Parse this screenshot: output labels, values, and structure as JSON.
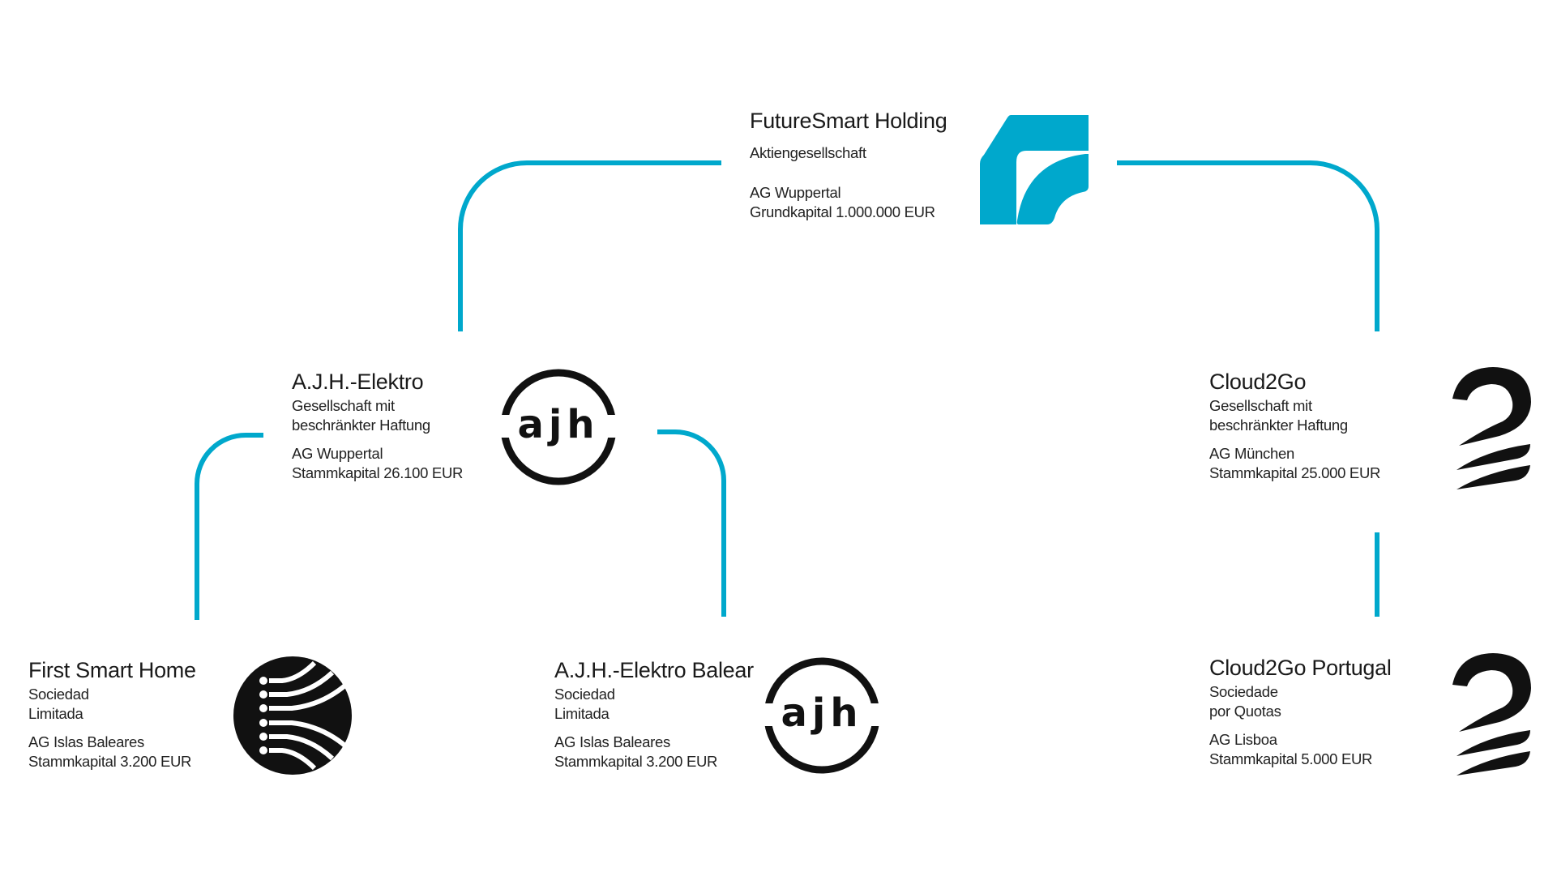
{
  "colors": {
    "accent": "#00A8CC",
    "text": "#1a1a1a",
    "logo_dark": "#111111"
  },
  "nodes": {
    "holding": {
      "name": "FutureSmart Holding",
      "type": [
        "Aktiengesellschaft"
      ],
      "court": "AG Wuppertal",
      "capital": "Grundkapital 1.000.000 EUR",
      "logo": "futuresmart-logo"
    },
    "ajh": {
      "name": "A.J.H.-Elektro",
      "type": [
        "Gesellschaft mit",
        "beschränkter Haftung"
      ],
      "court": "AG Wuppertal",
      "capital": "Stammkapital 26.100 EUR",
      "logo": "ajh-logo",
      "logo_text": "ajh"
    },
    "cloud2go": {
      "name": "Cloud2Go",
      "type": [
        "Gesellschaft mit",
        "beschränkter Haftung"
      ],
      "court": "AG München",
      "capital": "Stammkapital 25.000 EUR",
      "logo": "cloud2go-logo"
    },
    "firstsmart": {
      "name": "First Smart Home",
      "type": [
        "Sociedad",
        "Limitada"
      ],
      "court": "AG Islas Baleares",
      "capital": "Stammkapital 3.200 EUR",
      "logo": "first-smart-home-logo"
    },
    "ajhbalear": {
      "name": "A.J.H.-Elektro Balear",
      "type": [
        "Sociedad",
        "Limitada"
      ],
      "court": "AG Islas Baleares",
      "capital": "Stammkapital 3.200 EUR",
      "logo": "ajh-logo",
      "logo_text": "ajh"
    },
    "cloud2gopt": {
      "name": "Cloud2Go Portugal",
      "type": [
        "Sociedade",
        "por Quotas"
      ],
      "court": "AG Lisboa",
      "capital": "Stammkapital 5.000 EUR",
      "logo": "cloud2go-logo"
    }
  }
}
